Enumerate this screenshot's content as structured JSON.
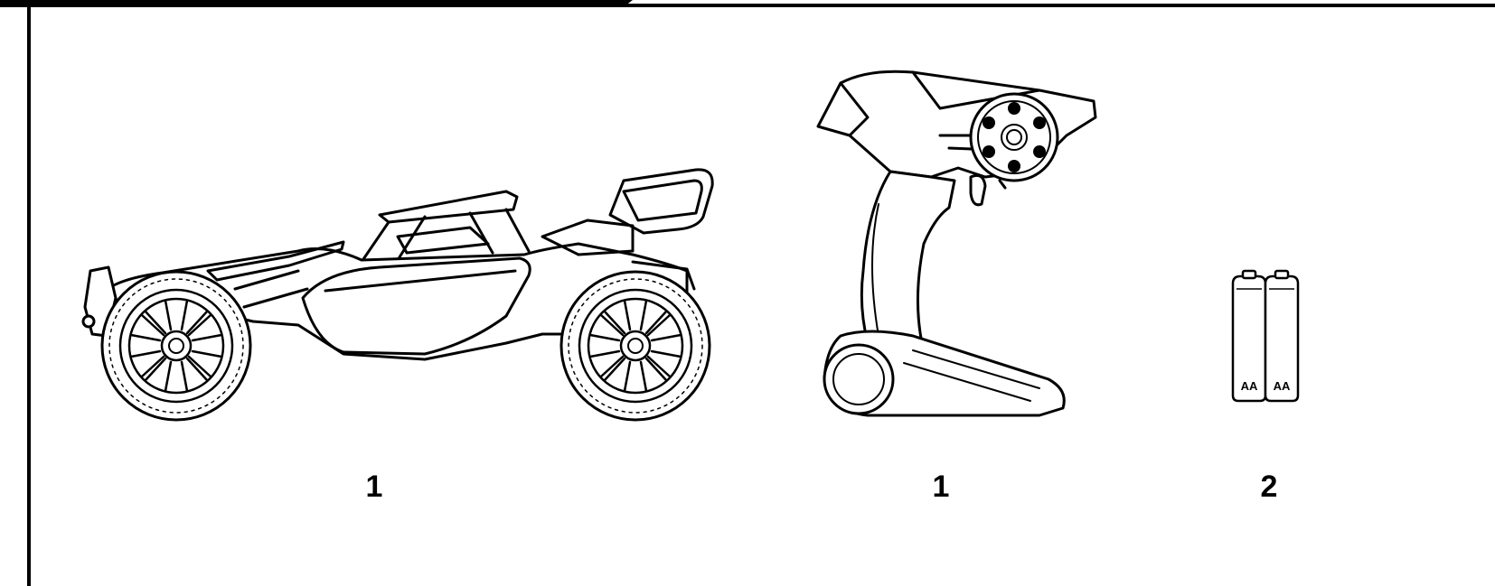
{
  "contents": {
    "items": [
      {
        "name": "rc-buggy",
        "quantity": "1"
      },
      {
        "name": "remote-controller",
        "quantity": "1"
      },
      {
        "name": "aa-batteries",
        "quantity": "2"
      }
    ],
    "battery_label": "AA",
    "icons": [
      "rc-buggy-icon",
      "remote-controller-icon",
      "aa-battery-icon"
    ],
    "colors": {
      "ink": "#000000",
      "paper": "#ffffff"
    }
  }
}
